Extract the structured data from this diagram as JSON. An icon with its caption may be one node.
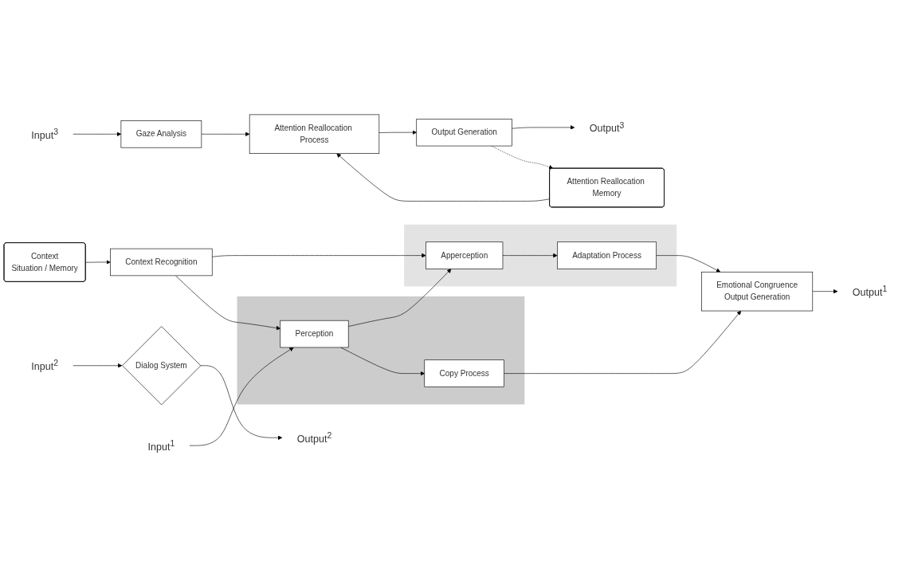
{
  "diagram": {
    "nodes": [
      {
        "text": [
          "Input"
        ],
        "beside": [
          "3"
        ]
      },
      {
        "text": [
          "Gaze Analysis"
        ]
      },
      {
        "text": [
          "Attention Reallocation Process"
        ]
      },
      {
        "text": [
          "Output Generation"
        ]
      },
      {
        "text": [
          "Output"
        ],
        "beside": [
          "3"
        ]
      },
      {
        "text": [
          "Attention Reallocation Memory"
        ]
      },
      {
        "text": [
          "Input"
        ],
        "beside": [
          "2"
        ]
      },
      {
        "text": [
          "Dialog System"
        ]
      },
      {
        "text": [
          "Output"
        ],
        "beside": [
          "2"
        ]
      },
      {
        "text": [
          "Context",
          "Situation /  Memory"
        ]
      },
      {
        "text": [
          "Context Recognition"
        ]
      },
      {
        "text": [],
        "shape": "box"
      },
      {
        "text": [
          "Apperception"
        ],
        "in": 11
      },
      {
        "text": [
          "Adaptation Process"
        ],
        "in": 11
      },
      {
        "text": [],
        "shape": "box"
      },
      {
        "text": [
          "Perception"
        ],
        "in": 14
      },
      {
        "text": [
          "Copy Process"
        ],
        "in": 14
      },
      {
        "text": [
          "Emotional Congruence",
          "Output Generation"
        ]
      },
      {
        "text": [
          "Output"
        ],
        "beside": [
          "1"
        ]
      },
      {
        "text": [
          "Input"
        ],
        "beside": [
          "1"
        ]
      }
    ],
    "edges": [
      {
        "from": 0,
        "to": 1,
        "arrow": "to"
      },
      {
        "from": 1,
        "to": 2,
        "arrow": "to"
      },
      {
        "from": 2,
        "to": 3,
        "arrow": "to"
      },
      {
        "from": 3,
        "to": 4,
        "arrow": "to"
      },
      {
        "from": 5,
        "to": 2,
        "arrow": "to"
      },
      {
        "from": 3,
        "to": 5,
        "arrow": "to",
        "style": "dashed"
      },
      {
        "from": 6,
        "to": 7,
        "arrow": "to"
      },
      {
        "from": 7,
        "to": 8,
        "arrow": "to"
      },
      {
        "from": 9,
        "to": 10,
        "arrow": "to"
      },
      {
        "from": 10,
        "to": 12,
        "arrow": "to"
      },
      {
        "from": 10,
        "to": 15,
        "arrow": "to"
      },
      {
        "from": 15,
        "to": 12,
        "arrow": "to"
      },
      {
        "from": 12,
        "to": 13,
        "arrow": "to"
      },
      {
        "from": 15,
        "to": 16,
        "arrow": "to"
      },
      {
        "from": 13,
        "to": 17,
        "arrow": "to"
      },
      {
        "from": 16,
        "to": 17,
        "arrow": "to"
      },
      {
        "from": 17,
        "to": 18,
        "arrow": "to"
      },
      {
        "from": 19,
        "to": 15,
        "arrow": "to"
      }
    ]
  }
}
